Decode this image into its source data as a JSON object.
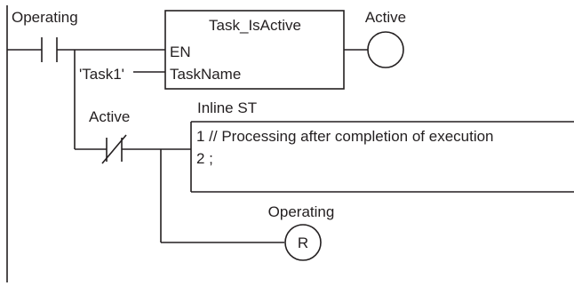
{
  "contact_operating": {
    "label": "Operating"
  },
  "function_block": {
    "name": "Task_IsActive",
    "input_en": "EN",
    "input_taskname": "TaskName",
    "taskname_value": "'Task1'"
  },
  "coil_active": {
    "label": "Active"
  },
  "contact_active_nc": {
    "label": "Active"
  },
  "inline_st": {
    "title": "Inline ST",
    "lines": [
      "1 // Processing after completion of execution",
      "2  ;"
    ]
  },
  "coil_reset": {
    "label": "Operating",
    "symbol": "R"
  }
}
